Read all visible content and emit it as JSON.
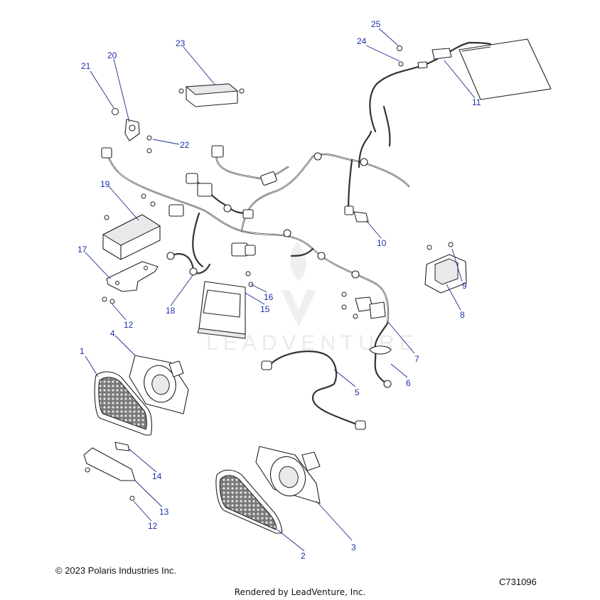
{
  "diagram": {
    "watermark_text": "LEADVENTURE",
    "callouts": [
      "1",
      "2",
      "3",
      "4",
      "5",
      "6",
      "7",
      "8",
      "9",
      "10",
      "11",
      "12",
      "12",
      "13",
      "14",
      "15",
      "16",
      "17",
      "18",
      "19",
      "20",
      "21",
      "22",
      "23",
      "24",
      "25"
    ],
    "copyright": "© 2023 Polaris Industries Inc.",
    "diagram_code": "C731096",
    "rendered_by": "Rendered by LeadVenture, Inc.",
    "colors": {
      "callout": "#1c2fa8",
      "line": "#222222",
      "watermark": "#d9d9d9"
    }
  }
}
